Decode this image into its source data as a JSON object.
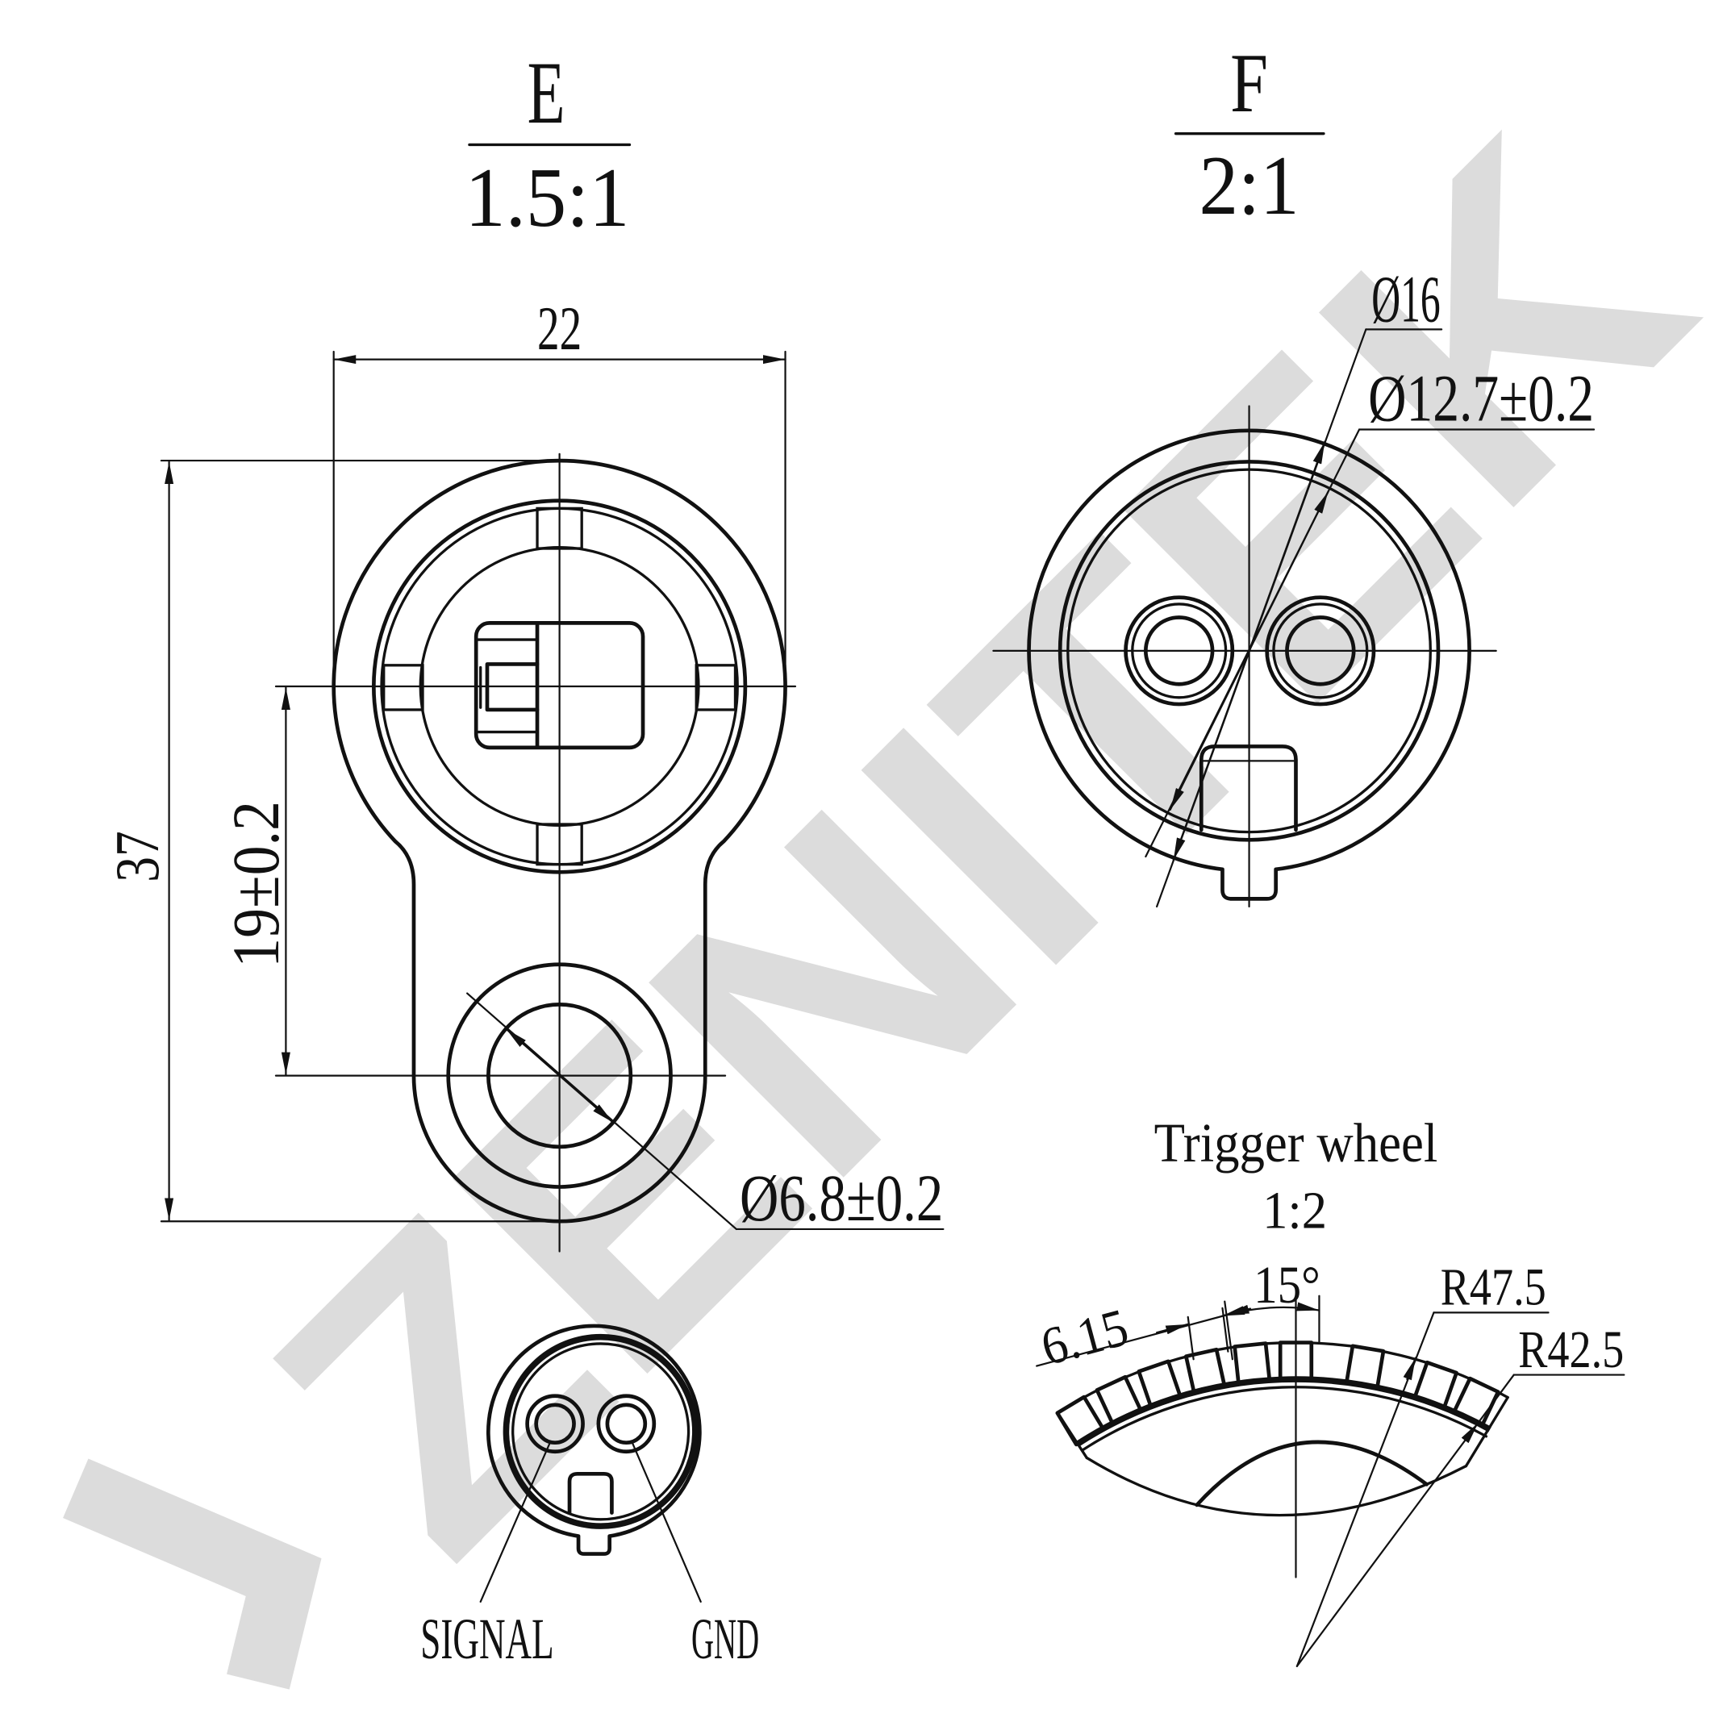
{
  "view_e": {
    "label": "E",
    "scale": "1.5:1",
    "dim_width": "22",
    "dim_height": "37",
    "dim_offset": "19±0.2",
    "dim_hole": "Ø6.8±0.2"
  },
  "view_f": {
    "label": "F",
    "scale": "2:1",
    "dim_outer": "Ø16",
    "dim_inner": "Ø12.7±0.2"
  },
  "connector": {
    "pin_signal": "SIGNAL",
    "pin_gnd": "GND"
  },
  "trigger_wheel": {
    "title": "Trigger wheel",
    "scale": "1:2",
    "angle": "15°",
    "tooth_width": "6.15",
    "outer_radius": "R47.5",
    "inner_radius": "R42.5"
  },
  "watermark": "ZENITEK",
  "colors": {
    "line": "#111111",
    "watermark": "#dcdcdc",
    "background": "#ffffff"
  }
}
